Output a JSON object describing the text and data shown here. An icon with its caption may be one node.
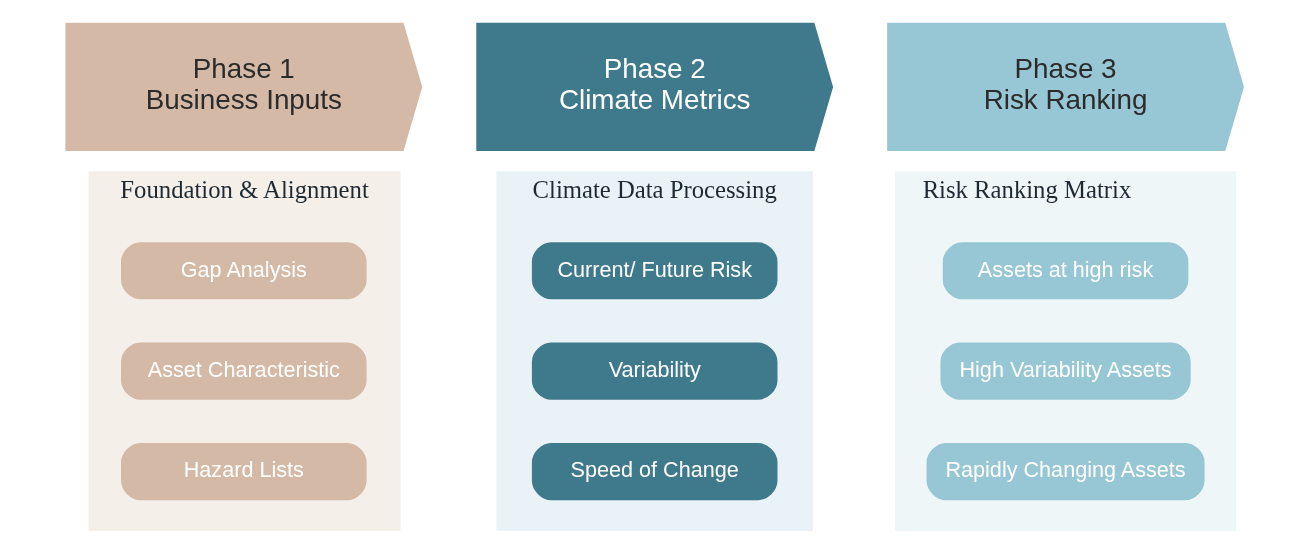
{
  "diagram": {
    "nodes": [
      {
        "text": [
          "Phase 1",
          "Business Inputs"
        ]
      },
      {
        "text": [
          "Foundation & Alignment"
        ]
      },
      {
        "text": [
          "Gap Analysis"
        ],
        "in": 1
      },
      {
        "text": [
          "Asset Characteristic"
        ],
        "in": 1
      },
      {
        "text": [
          "Hazard Lists"
        ],
        "in": 1
      },
      {
        "text": [
          "Phase 2",
          "Climate Metrics"
        ]
      },
      {
        "text": [
          "Climate Data Processing"
        ]
      },
      {
        "text": [
          "Current/ Future Risk"
        ],
        "in": 6
      },
      {
        "text": [
          "Variability"
        ],
        "in": 6
      },
      {
        "text": [
          "Speed of Change"
        ],
        "in": 6
      },
      {
        "text": [
          "Phase 3",
          "Risk Ranking"
        ]
      },
      {
        "text": [
          "Risk Ranking Matrix"
        ]
      },
      {
        "text": [
          "Assets at high risk"
        ],
        "in": 11
      },
      {
        "text": [
          "High Variability Assets"
        ],
        "in": 11
      },
      {
        "text": [
          "Rapidly Changing Assets"
        ],
        "in": 11
      }
    ],
    "edges": []
  }
}
